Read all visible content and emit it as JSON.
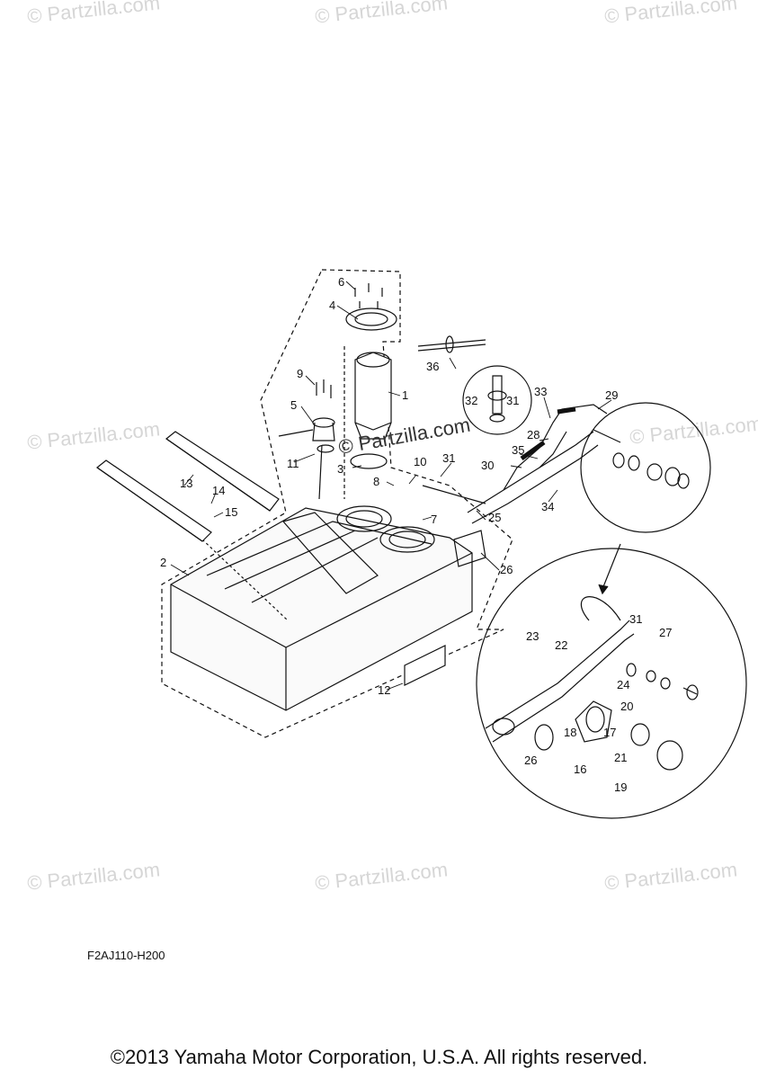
{
  "watermark": "© Partzilla.com",
  "callouts": [
    "1",
    "2",
    "3",
    "4",
    "5",
    "6",
    "7",
    "8",
    "9",
    "10",
    "11",
    "12",
    "13",
    "14",
    "15",
    "16",
    "17",
    "18",
    "19",
    "20",
    "21",
    "22",
    "23",
    "24",
    "25",
    "26",
    "27",
    "28",
    "29",
    "30",
    "31",
    "32",
    "33",
    "34",
    "35",
    "36"
  ],
  "detail_callouts": {
    "upper": [
      "31",
      "32"
    ],
    "lower": [
      "31",
      "27",
      "23",
      "22",
      "24",
      "20",
      "18",
      "17",
      "16",
      "26",
      "21",
      "19"
    ]
  },
  "diagram_code": "F2AJ110-H200",
  "copyright": "©2013 Yamaha Motor Corporation, U.S.A. All rights reserved."
}
